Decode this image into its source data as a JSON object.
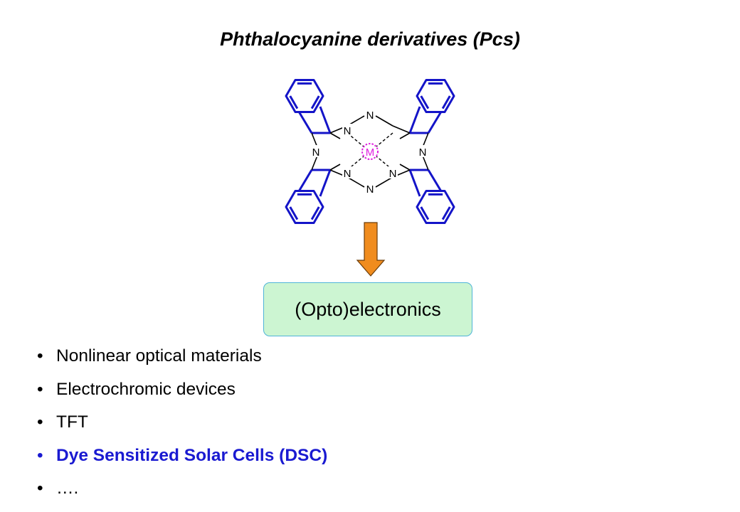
{
  "title": "Phthalocyanine derivatives (Pcs)",
  "molecule": {
    "atom_n": "N",
    "metal": "M",
    "colors": {
      "ring": "#1414c8",
      "bond": "#000000",
      "metal": "#e020e0"
    }
  },
  "arrow": {
    "color": "#f08c1e"
  },
  "box": {
    "label": "(Opto)electronics",
    "fill": "#ccf5d2",
    "border": "#4fb4d8"
  },
  "list": {
    "items": [
      {
        "text": "Nonlinear optical materials",
        "highlight": false
      },
      {
        "text": "Electrochromic devices",
        "highlight": false
      },
      {
        "text": "TFT",
        "highlight": false
      },
      {
        "text": "Dye Sensitized Solar Cells (DSC)",
        "highlight": true
      },
      {
        "text": "….",
        "highlight": false
      }
    ],
    "highlight_color": "#1a1ad1"
  }
}
